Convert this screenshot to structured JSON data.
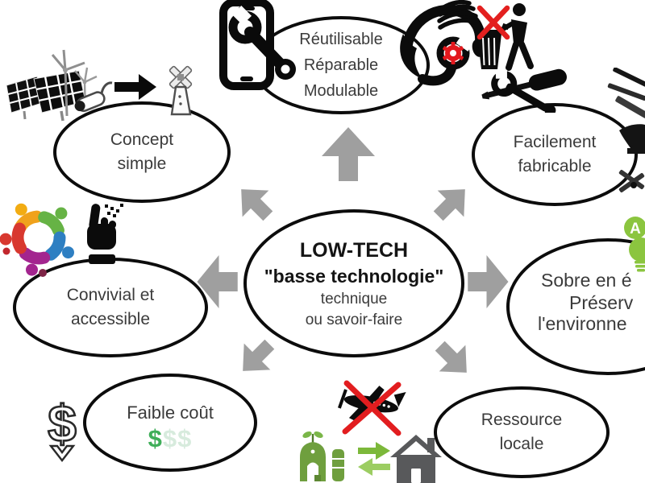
{
  "center": {
    "l1": "LOW-TECH",
    "l2": "\"basse technologie\"",
    "l3": "technique",
    "l4": "ou savoir-faire"
  },
  "nodes": {
    "reuse": {
      "l1": "Réutilisable",
      "l2": "Réparable",
      "l3": "Modulable"
    },
    "concept": {
      "l1": "Concept",
      "l2": "simple"
    },
    "fabricable": {
      "l1": "Facilement",
      "l2": "fabricable"
    },
    "convivial": {
      "l1": "Convivial et",
      "l2": "accessible"
    },
    "sobre": {
      "l1": "Sobre en é",
      "l2": "Préserv",
      "l3": "l'environne"
    },
    "faible": {
      "l1": "Faible coût",
      "dollar_solid": "$",
      "dollar_pale": "$$"
    },
    "ressource": {
      "l1": "Ressource",
      "l2": "locale"
    }
  },
  "badges": {
    "energy_label": "A"
  },
  "arrows": {
    "color": "#9f9f9f",
    "directions": [
      "up",
      "up-left",
      "up-right",
      "left",
      "right",
      "down-left",
      "down-right"
    ]
  },
  "icons": {
    "solar-panels-icon": "two photovoltaic panels",
    "wind-turbines-icon": "two wind turbines",
    "exhaust-pipe-icon": "car muffler",
    "transition-arrow-icon": "black right arrow",
    "windmill-icon": "traditional windmill",
    "phone-repair-icon": "smartphone with wrench",
    "headset-repair-icon": "headset with wrench and red gear",
    "no-littering-icon": "person at trash bin crossed out",
    "crossed-tools-icon": "screwdriver crossed with wrench",
    "workshop-tools-icon": "tools and anvil at edge",
    "community-circle-icon": "colorful circle of people",
    "braille-hand-icon": "hand reading braille dots",
    "energy-class-bulb-icon": "green bulb with energy class A",
    "dollar-decrease-icon": "dollar sign with down arrow",
    "no-plane-icon": "airplane crossed out in red",
    "barn-icon": "green farm barn with silo",
    "exchange-arrows-icon": "green two-way arrows",
    "house-icon": "dark gray house"
  },
  "colors": {
    "arrow": "#9f9f9f",
    "ellipse_border": "#0c0c0c",
    "label_text": "#3b3b3b",
    "center_text": "#141414",
    "red": "#e3201f",
    "green_bright": "#8bc53f",
    "green_dark": "#6f9f3e",
    "house_gray": "#58595b",
    "dollar_green": "#3fae59",
    "dollar_pale": "#d7ebdd"
  }
}
